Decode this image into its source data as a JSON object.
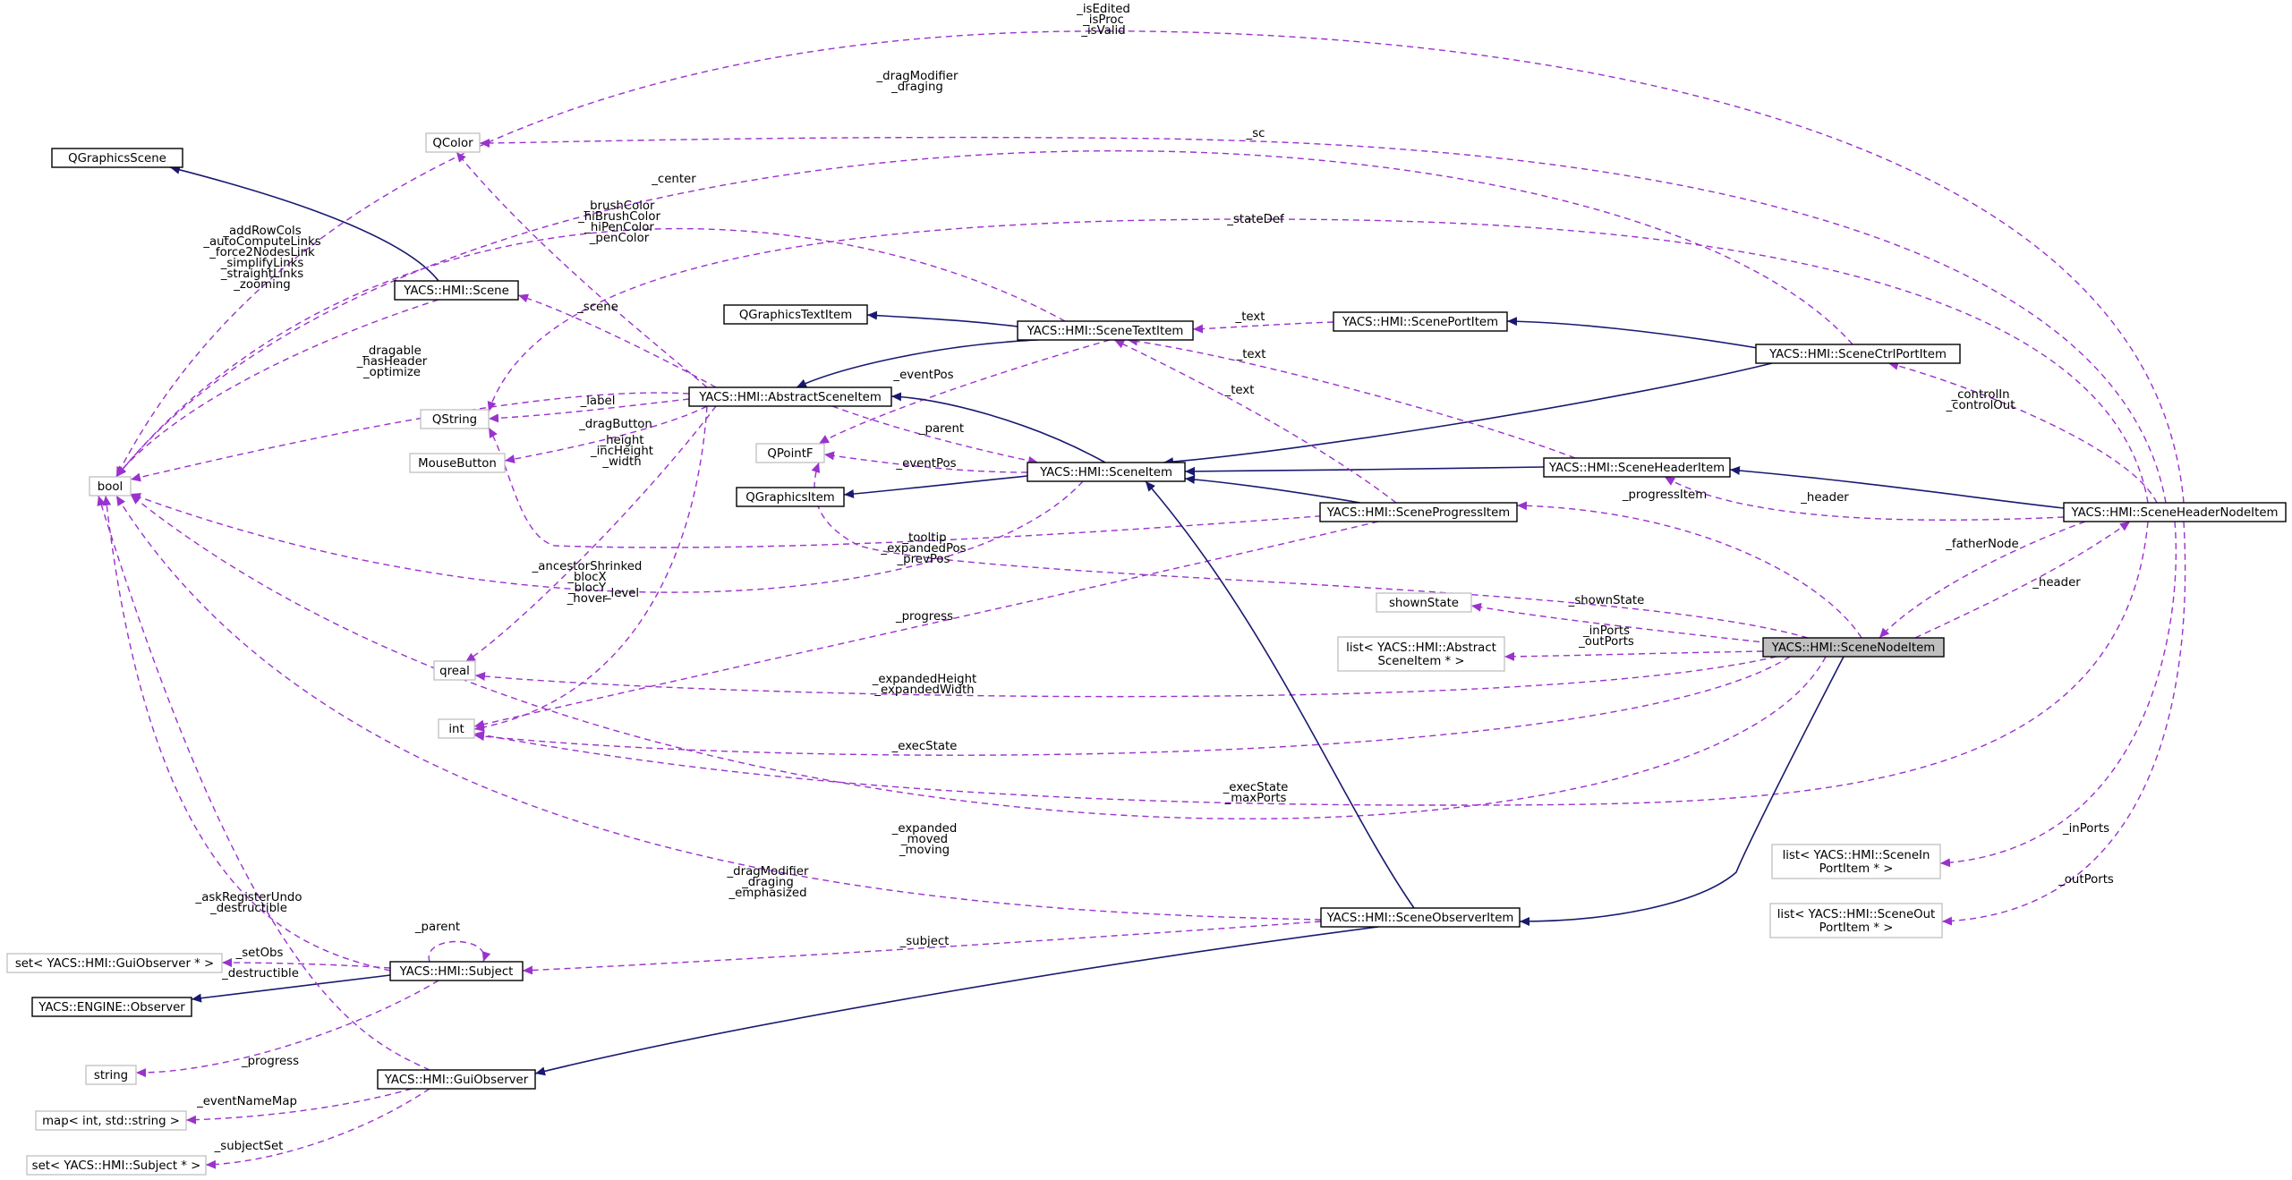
{
  "colors": {
    "inheritance": "#191970",
    "usage": "#9a32cd",
    "focus_fill": "#bfbfbf",
    "external_border": "#bfbfbf"
  },
  "nodes": [
    {
      "id": "bool",
      "kind": "ext",
      "lines": [
        "bool"
      ]
    },
    {
      "id": "QColor",
      "kind": "ext",
      "lines": [
        "QColor"
      ]
    },
    {
      "id": "QGraphicsScene",
      "kind": "class",
      "lines": [
        "QGraphicsScene"
      ]
    },
    {
      "id": "Scene",
      "kind": "class",
      "lines": [
        "YACS::HMI::Scene"
      ]
    },
    {
      "id": "QString",
      "kind": "ext",
      "lines": [
        "QString"
      ]
    },
    {
      "id": "MouseButton",
      "kind": "ext",
      "lines": [
        "MouseButton"
      ]
    },
    {
      "id": "QGraphicsTextItem",
      "kind": "class",
      "lines": [
        "QGraphicsTextItem"
      ]
    },
    {
      "id": "AbstractSceneItem",
      "kind": "class",
      "lines": [
        "YACS::HMI::AbstractSceneItem"
      ]
    },
    {
      "id": "SceneTextItem",
      "kind": "class",
      "lines": [
        "YACS::HMI::SceneTextItem"
      ]
    },
    {
      "id": "ScenePortItem",
      "kind": "class",
      "lines": [
        "YACS::HMI::ScenePortItem"
      ]
    },
    {
      "id": "SceneCtrlPortItem",
      "kind": "class",
      "lines": [
        "YACS::HMI::SceneCtrlPortItem"
      ]
    },
    {
      "id": "QPointF",
      "kind": "ext",
      "lines": [
        "QPointF"
      ]
    },
    {
      "id": "SceneItem",
      "kind": "class",
      "lines": [
        "YACS::HMI::SceneItem"
      ]
    },
    {
      "id": "QGraphicsItem",
      "kind": "class",
      "lines": [
        "QGraphicsItem"
      ]
    },
    {
      "id": "SceneHeaderItem",
      "kind": "class",
      "lines": [
        "YACS::HMI::SceneHeaderItem"
      ]
    },
    {
      "id": "SceneHeaderNodeItem",
      "kind": "class",
      "lines": [
        "YACS::HMI::SceneHeaderNodeItem"
      ]
    },
    {
      "id": "SceneProgressItem",
      "kind": "class",
      "lines": [
        "YACS::HMI::SceneProgressItem"
      ]
    },
    {
      "id": "shownState",
      "kind": "ext",
      "lines": [
        "shownState"
      ]
    },
    {
      "id": "listAbstract",
      "kind": "ext",
      "lines": [
        "list< YACS::HMI::Abstract",
        "SceneItem * >"
      ]
    },
    {
      "id": "SceneNodeItem",
      "kind": "focus",
      "lines": [
        "YACS::HMI::SceneNodeItem"
      ]
    },
    {
      "id": "qreal",
      "kind": "ext",
      "lines": [
        "qreal"
      ]
    },
    {
      "id": "int",
      "kind": "ext",
      "lines": [
        "int"
      ]
    },
    {
      "id": "listIn",
      "kind": "ext",
      "lines": [
        "list< YACS::HMI::SceneIn",
        "PortItem * >"
      ]
    },
    {
      "id": "listOut",
      "kind": "ext",
      "lines": [
        "list< YACS::HMI::SceneOut",
        "PortItem * >"
      ]
    },
    {
      "id": "SceneObserverItem",
      "kind": "class",
      "lines": [
        "YACS::HMI::SceneObserverItem"
      ]
    },
    {
      "id": "setGuiObserver",
      "kind": "ext",
      "lines": [
        "set< YACS::HMI::GuiObserver * >"
      ]
    },
    {
      "id": "Subject",
      "kind": "class",
      "lines": [
        "YACS::HMI::Subject"
      ]
    },
    {
      "id": "EngineObserver",
      "kind": "class",
      "lines": [
        "YACS::ENGINE::Observer"
      ]
    },
    {
      "id": "string",
      "kind": "ext",
      "lines": [
        "string"
      ]
    },
    {
      "id": "GuiObserver",
      "kind": "class",
      "lines": [
        "YACS::HMI::GuiObserver"
      ]
    },
    {
      "id": "mapIntString",
      "kind": "ext",
      "lines": [
        "map< int, std::string >"
      ]
    },
    {
      "id": "setSubject",
      "kind": "ext",
      "lines": [
        "set< YACS::HMI::Subject * >"
      ]
    }
  ],
  "edges": [
    {
      "id": "e-scene-qgs",
      "type": "inherit",
      "from": "Scene",
      "to": "QGraphicsScene",
      "label": []
    },
    {
      "id": "e-asi-scene",
      "type": "use",
      "from": "AbstractSceneItem",
      "to": "Scene",
      "label": [
        "_scene"
      ]
    },
    {
      "id": "e-asi-qcolor",
      "type": "use",
      "from": "AbstractSceneItem",
      "to": "QColor",
      "label": [
        "_brushColor",
        "_hiBrushColor",
        "_hiPenColor",
        "_penColor"
      ]
    },
    {
      "id": "e-asi-bool",
      "type": "use",
      "from": "AbstractSceneItem",
      "to": "bool",
      "label": [
        "_dragable",
        "_hasHeader",
        "_optimize"
      ]
    },
    {
      "id": "e-asi-qstring",
      "type": "use",
      "from": "AbstractSceneItem",
      "to": "QString",
      "label": [
        "_label"
      ]
    },
    {
      "id": "e-asi-mouse",
      "type": "use",
      "from": "AbstractSceneItem",
      "to": "MouseButton",
      "label": [
        "_dragButton"
      ]
    },
    {
      "id": "e-asi-qreal",
      "type": "use",
      "from": "AbstractSceneItem",
      "to": "qreal",
      "label": [
        "_height",
        "_incHeight",
        "_width"
      ]
    },
    {
      "id": "e-asi-int",
      "type": "use",
      "from": "AbstractSceneItem",
      "to": "int",
      "label": [
        "_level"
      ]
    },
    {
      "id": "e-scene-bool",
      "type": "use",
      "from": "Scene",
      "to": "bool",
      "label": [
        "_addRowCols",
        "_autoComputeLinks",
        "_force2NodesLink",
        "_simplifyLinks",
        "_straightLinks",
        "_zooming"
      ]
    },
    {
      "id": "e-sti-qgti",
      "type": "inherit",
      "from": "SceneTextItem",
      "to": "QGraphicsTextItem",
      "label": []
    },
    {
      "id": "e-sti-asi",
      "type": "inherit",
      "from": "SceneTextItem",
      "to": "AbstractSceneItem",
      "label": []
    },
    {
      "id": "e-sti-bool",
      "type": "use",
      "from": "SceneTextItem",
      "to": "bool",
      "label": [
        "_center"
      ]
    },
    {
      "id": "e-sti-qpointf",
      "type": "use",
      "from": "SceneTextItem",
      "to": "QPointF",
      "label": [
        "_eventPos"
      ]
    },
    {
      "id": "e-spi-sti",
      "type": "use",
      "from": "ScenePortItem",
      "to": "SceneTextItem",
      "label": [
        "_text"
      ]
    },
    {
      "id": "e-scp-spi",
      "type": "inherit",
      "from": "SceneCtrlPortItem",
      "to": "ScenePortItem",
      "label": []
    },
    {
      "id": "e-scp-si",
      "type": "inherit",
      "from": "SceneCtrlPortItem",
      "to": "SceneItem",
      "label": []
    },
    {
      "id": "e-scp-bool",
      "type": "use",
      "from": "SceneCtrlPortItem",
      "to": "bool",
      "label": [
        "_dragModifier",
        "_draging"
      ]
    },
    {
      "id": "e-si-asi",
      "type": "inherit",
      "from": "SceneItem",
      "to": "AbstractSceneItem",
      "label": []
    },
    {
      "id": "e-si-qgi",
      "type": "inherit",
      "from": "SceneItem",
      "to": "QGraphicsItem",
      "label": []
    },
    {
      "id": "e-si-asi-parent",
      "type": "use",
      "from": "SceneItem",
      "to": "AbstractSceneItem",
      "label": [
        "_parent"
      ]
    },
    {
      "id": "e-si-qpointf",
      "type": "use",
      "from": "SceneItem",
      "to": "QPointF",
      "label": [
        "_eventPos"
      ]
    },
    {
      "id": "e-si-bool",
      "type": "use",
      "from": "SceneItem",
      "to": "bool",
      "label": [
        "_ancestorShrinked",
        "_blocX",
        "_blocY",
        "_hover"
      ]
    },
    {
      "id": "e-shi-si",
      "type": "inherit",
      "from": "SceneHeaderItem",
      "to": "SceneItem",
      "label": []
    },
    {
      "id": "e-shi-sti",
      "type": "use",
      "from": "SceneHeaderItem",
      "to": "SceneTextItem",
      "label": [
        "_text"
      ]
    },
    {
      "id": "e-spr-si",
      "type": "inherit",
      "from": "SceneProgressItem",
      "to": "SceneItem",
      "label": []
    },
    {
      "id": "e-spr-sti",
      "type": "use",
      "from": "SceneProgressItem",
      "to": "SceneTextItem",
      "label": [
        "_text"
      ]
    },
    {
      "id": "e-spr-qstring",
      "type": "use",
      "from": "SceneProgressItem",
      "to": "QString",
      "label": [
        "_tooltip"
      ]
    },
    {
      "id": "e-spr-int",
      "type": "use",
      "from": "SceneProgressItem",
      "to": "int",
      "label": [
        "_progress"
      ]
    },
    {
      "id": "e-shn-shi",
      "type": "inherit",
      "from": "SceneHeaderNodeItem",
      "to": "SceneHeaderItem",
      "label": []
    },
    {
      "id": "e-shn-shi-header",
      "type": "use",
      "from": "SceneHeaderNodeItem",
      "to": "SceneHeaderItem",
      "label": [
        "_header"
      ]
    },
    {
      "id": "e-shn-scp",
      "type": "use",
      "from": "SceneHeaderNodeItem",
      "to": "SceneCtrlPortItem",
      "label": [
        "_controlIn",
        "_controlOut"
      ]
    },
    {
      "id": "e-shn-bool",
      "type": "use",
      "from": "SceneHeaderNodeItem",
      "to": "bool",
      "label": [
        "_isEdited",
        "_isProc",
        "_isValid"
      ]
    },
    {
      "id": "e-shn-qcolor",
      "type": "use",
      "from": "SceneHeaderNodeItem",
      "to": "QColor",
      "label": [
        "_sc"
      ]
    },
    {
      "id": "e-shn-qstring",
      "type": "use",
      "from": "SceneHeaderNodeItem",
      "to": "QString",
      "label": [
        "_stateDef"
      ]
    },
    {
      "id": "e-shn-int",
      "type": "use",
      "from": "SceneHeaderNodeItem",
      "to": "int",
      "label": [
        "_execState",
        "_maxPorts"
      ]
    },
    {
      "id": "e-shn-listin",
      "type": "use",
      "from": "SceneHeaderNodeItem",
      "to": "listIn",
      "label": [
        "_inPorts"
      ]
    },
    {
      "id": "e-shn-listout",
      "type": "use",
      "from": "SceneHeaderNodeItem",
      "to": "listOut",
      "label": [
        "_outPorts"
      ]
    },
    {
      "id": "e-shn-sni",
      "type": "use",
      "from": "SceneHeaderNodeItem",
      "to": "SceneNodeItem",
      "label": [
        "_fatherNode"
      ]
    },
    {
      "id": "e-sni-shn",
      "type": "use",
      "from": "SceneNodeItem",
      "to": "SceneHeaderNodeItem",
      "label": [
        "_header"
      ]
    },
    {
      "id": "e-sni-spr",
      "type": "use",
      "from": "SceneNodeItem",
      "to": "SceneProgressItem",
      "label": [
        "_progressItem"
      ]
    },
    {
      "id": "e-sni-qpointf",
      "type": "use",
      "from": "SceneNodeItem",
      "to": "QPointF",
      "label": [
        "_expandedPos",
        "_prevPos"
      ]
    },
    {
      "id": "e-sni-shown",
      "type": "use",
      "from": "SceneNodeItem",
      "to": "shownState",
      "label": [
        "_shownState"
      ]
    },
    {
      "id": "e-sni-list",
      "type": "use",
      "from": "SceneNodeItem",
      "to": "listAbstract",
      "label": [
        "_inPorts",
        "_outPorts"
      ]
    },
    {
      "id": "e-sni-qreal",
      "type": "use",
      "from": "SceneNodeItem",
      "to": "qreal",
      "label": [
        "_expandedHeight",
        "_expandedWidth"
      ]
    },
    {
      "id": "e-sni-int",
      "type": "use",
      "from": "SceneNodeItem",
      "to": "int",
      "label": [
        "_execState"
      ]
    },
    {
      "id": "e-sni-bool",
      "type": "use",
      "from": "SceneNodeItem",
      "to": "bool",
      "label": [
        "_expanded",
        "_moved",
        "_moving"
      ]
    },
    {
      "id": "e-sni-soi",
      "type": "inherit",
      "from": "SceneNodeItem",
      "to": "SceneObserverItem",
      "label": []
    },
    {
      "id": "e-soi-si",
      "type": "inherit",
      "from": "SceneObserverItem",
      "to": "SceneItem",
      "label": []
    },
    {
      "id": "e-soi-go",
      "type": "inherit",
      "from": "SceneObserverItem",
      "to": "GuiObserver",
      "label": []
    },
    {
      "id": "e-soi-bool",
      "type": "use",
      "from": "SceneObserverItem",
      "to": "bool",
      "label": [
        "_dragModifier",
        "_draging",
        "_emphasized"
      ]
    },
    {
      "id": "e-soi-subject",
      "type": "use",
      "from": "SceneObserverItem",
      "to": "Subject",
      "label": [
        "_subject"
      ]
    },
    {
      "id": "e-subject-eng",
      "type": "inherit",
      "from": "Subject",
      "to": "EngineObserver",
      "label": []
    },
    {
      "id": "e-subject-set",
      "type": "use",
      "from": "Subject",
      "to": "setGuiObserver",
      "label": [
        "_setObs"
      ]
    },
    {
      "id": "e-subject-self",
      "type": "use",
      "from": "Subject",
      "to": "Subject",
      "label": [
        "_parent"
      ]
    },
    {
      "id": "e-subject-bool",
      "type": "use",
      "from": "Subject",
      "to": "bool",
      "label": [
        "_askRegisterUndo",
        "_destructible"
      ]
    },
    {
      "id": "e-subject-string",
      "type": "use",
      "from": "Subject",
      "to": "string",
      "label": [
        "_progress"
      ]
    },
    {
      "id": "e-go-bool",
      "type": "use",
      "from": "GuiObserver",
      "to": "bool",
      "label": [
        "_destructible"
      ]
    },
    {
      "id": "e-go-map",
      "type": "use",
      "from": "GuiObserver",
      "to": "mapIntString",
      "label": [
        "_eventNameMap"
      ]
    },
    {
      "id": "e-go-setsubject",
      "type": "use",
      "from": "GuiObserver",
      "to": "setSubject",
      "label": [
        "_subjectSet"
      ]
    }
  ]
}
